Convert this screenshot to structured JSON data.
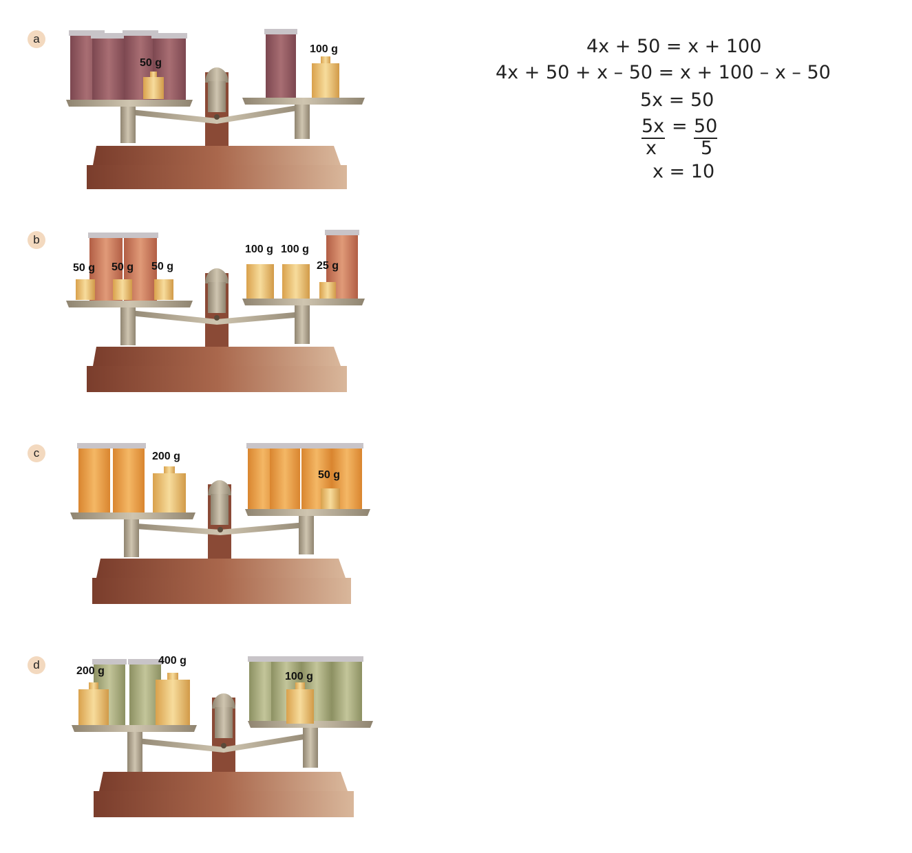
{
  "panels": [
    {
      "letter": "a",
      "jar_color": "#9a5e66",
      "left_weights": [
        "50 g"
      ],
      "right_weights": [
        "100 g"
      ]
    },
    {
      "letter": "b",
      "jar_color": "#c7765a",
      "left_weights": [
        "50 g",
        "50 g",
        "50 g"
      ],
      "right_weights": [
        "100 g",
        "100 g",
        "25 g"
      ]
    },
    {
      "letter": "c",
      "jar_color": "#e6a04a",
      "left_weights": [
        "200 g"
      ],
      "right_weights": [
        "50 g"
      ]
    },
    {
      "letter": "d",
      "jar_color": "#a9ad7c",
      "left_weights": [
        "200 g",
        "400 g"
      ],
      "right_weights": [
        "100 g"
      ]
    }
  ],
  "equations": {
    "line1": "4x + 50 = x + 100",
    "line2": "4x + 50 + x – 50 = x + 100 – x – 50",
    "line3": "5x = 50",
    "line4_num_left": "5x",
    "line4_eq": "=",
    "line4_num_right": "50",
    "line4_den_left": "x",
    "line4_den_right": "5",
    "line5": "x = 10"
  },
  "colors": {
    "brass": "#e9b865",
    "scale_body": "#8a4a36",
    "scale_metal": "#a79a84"
  }
}
